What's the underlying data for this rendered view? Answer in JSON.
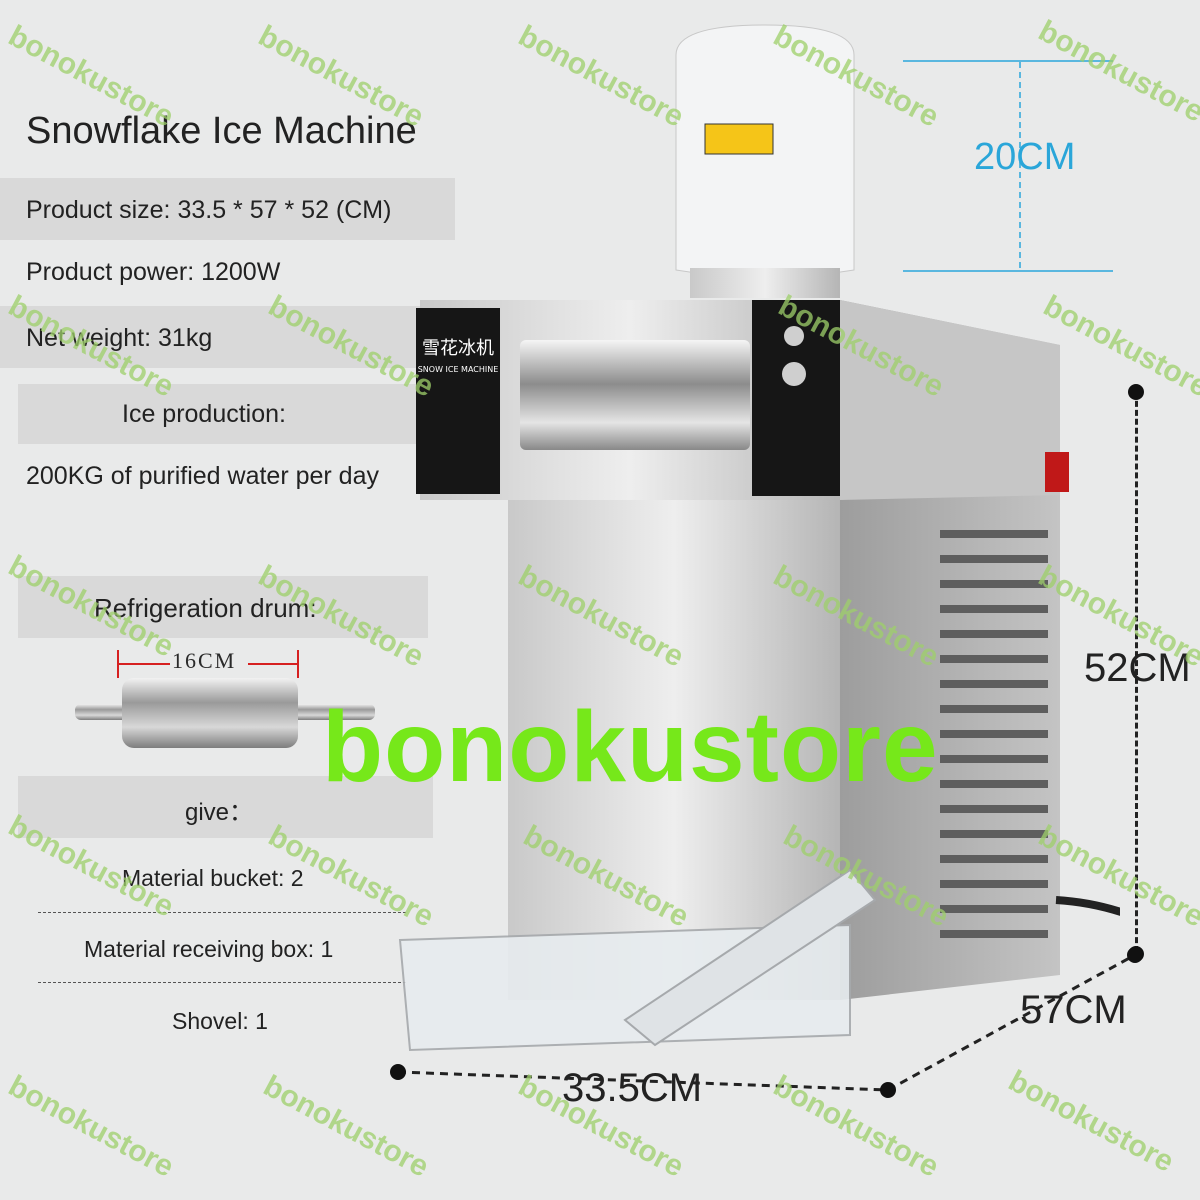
{
  "title": "Snowflake Ice Machine",
  "specs": {
    "size": "Product size: 33.5 * 57 * 52 (CM)",
    "power": "Product power: 1200W",
    "weight": "Net weight: 31kg",
    "ice_label": "Ice production:",
    "ice_value": "200KG of purified water per day"
  },
  "drum": {
    "label": "Refrigeration drum:",
    "dimension": "16CM"
  },
  "give": {
    "label": "give：",
    "items": [
      "Material bucket: 2",
      "Material receiving box: 1",
      "Shovel: 1"
    ]
  },
  "dimensions": {
    "top": "20CM",
    "height": "52CM",
    "depth": "57CM",
    "width": "33.5CM"
  },
  "machine_panel": {
    "chinese": "雪花冰机",
    "english": "SNOW ICE MACHINE"
  },
  "watermark": "bonokustore",
  "colors": {
    "accent_blue": "#2aa6d9",
    "watermark_green": "#76e81a",
    "band_gray": "#d9d9d9"
  }
}
